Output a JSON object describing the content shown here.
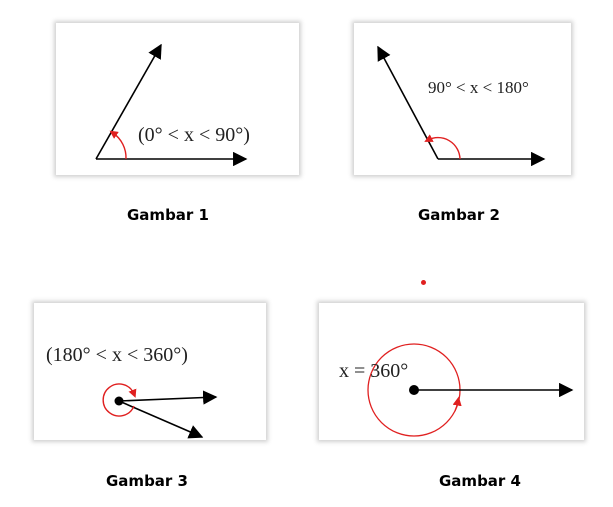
{
  "figures": [
    {
      "id": "fig1",
      "caption": "Gambar 1",
      "condition": "(0° < x < 90°)"
    },
    {
      "id": "fig2",
      "caption": "Gambar 2",
      "condition": "90° < x < 180°"
    },
    {
      "id": "fig3",
      "caption": "Gambar 3",
      "condition": "(180° < x < 360°)"
    },
    {
      "id": "fig4",
      "caption": "Gambar 4",
      "condition": "x = 360°"
    }
  ],
  "colors": {
    "ray": "#000000",
    "angle_arc": "#e02020",
    "panel_shadow": "#9a9a9a"
  }
}
